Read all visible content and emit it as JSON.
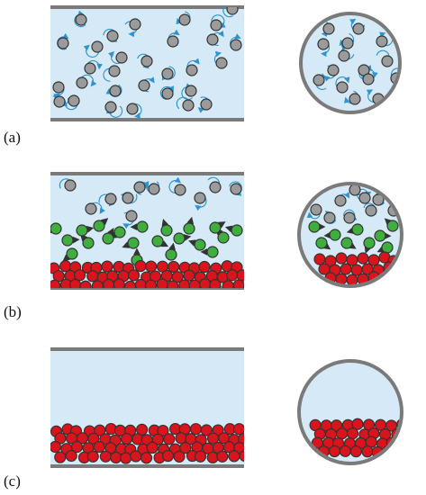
{
  "panels": [
    {
      "label": "(a)",
      "state": "dispersed particles in motion"
    },
    {
      "label": "(b)",
      "state": "particles settling into layers"
    },
    {
      "label": "(c)",
      "state": "sediment layer at bottom"
    }
  ],
  "colors": {
    "fluid": "#d6e9f6",
    "wall": "#7a7a7a",
    "grey_particle": "#9b9b9b",
    "green_particle": "#3fae3f",
    "red_particle": "#d9141c",
    "blue_arrow": "#2f93d1",
    "dark_arrow": "#333333"
  }
}
